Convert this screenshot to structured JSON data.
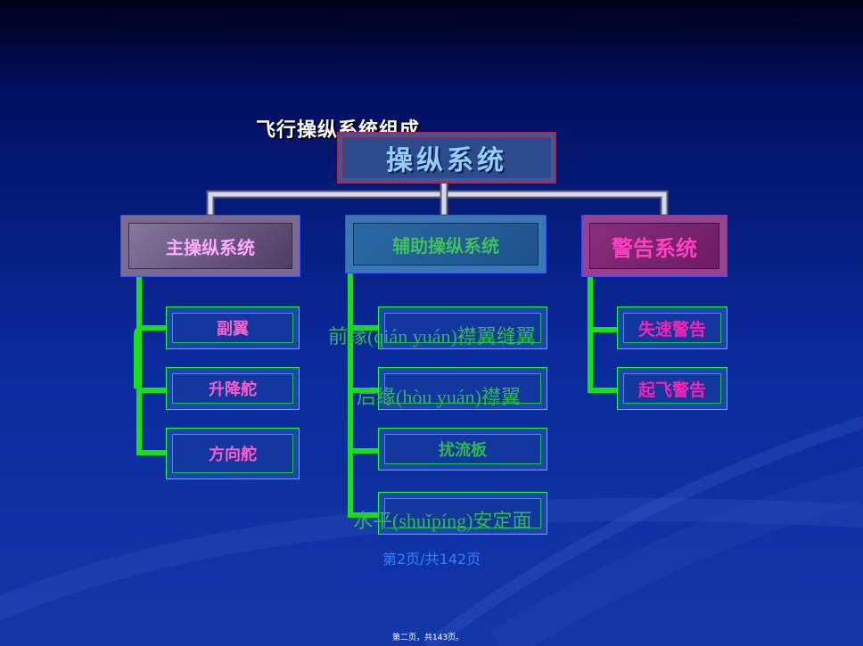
{
  "title": "飞行操纵系统组成",
  "root": "操纵系统",
  "branches": {
    "primary": {
      "label": "主操纵系统",
      "items": [
        "副翼",
        "升降舵",
        "方向舵"
      ]
    },
    "secondary": {
      "label": "辅助操纵系统",
      "items": [
        "前缘(qián yuán)襟翼缝翼",
        "后缘(hòu yuán)襟翼",
        "扰流板",
        "水平(shuǐpíng)安定面"
      ]
    },
    "warning": {
      "label": "警告系统",
      "items": [
        "失速警告",
        "起飞警告"
      ]
    }
  },
  "page_number": "第2页/共142页",
  "footer_note": "第二页，共143页。",
  "colors": {
    "connector_green": "#20e020",
    "connector_silver": "#c8c8d8",
    "leaf_border": "#20ff20"
  }
}
